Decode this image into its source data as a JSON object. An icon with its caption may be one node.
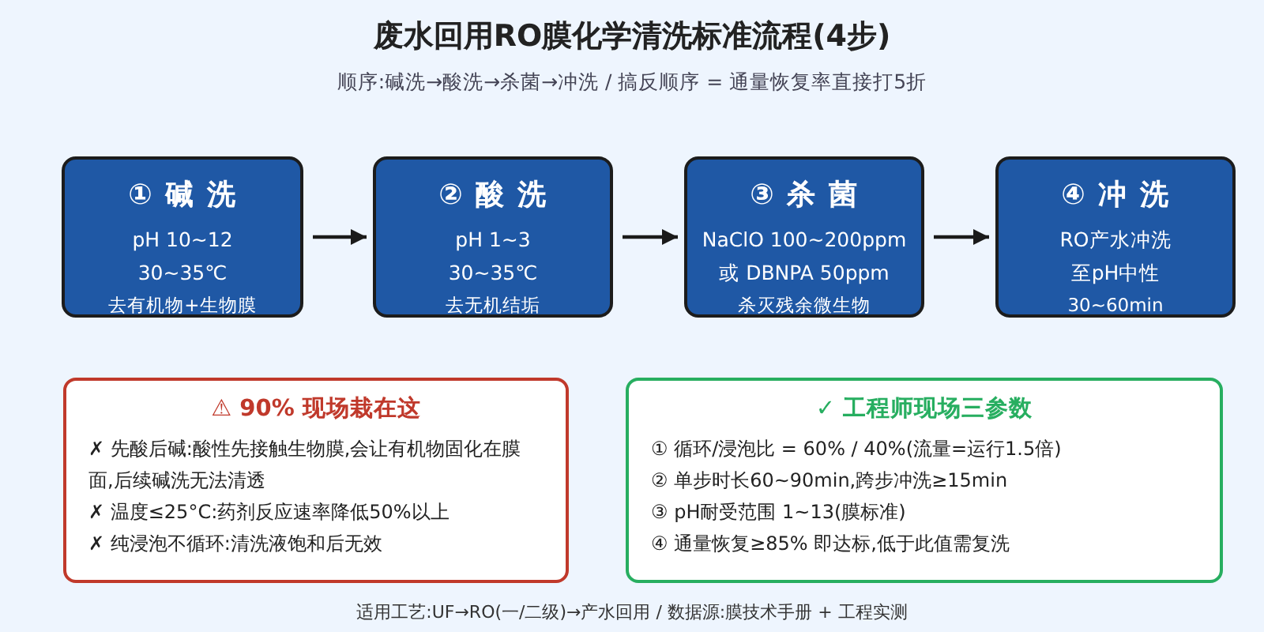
{
  "diagram": {
    "title": "废水回用RO膜化学清洗标准流程(4步)",
    "nodes": [
      {
        "text": [
          "① 碱 洗",
          "pH 10~12",
          "30~35℃",
          "去有机物+生物膜"
        ]
      },
      {
        "text": [
          "② 酸 洗",
          "pH 1~3",
          "30~35℃",
          "去无机结垢"
        ]
      },
      {
        "text": [
          "③ 杀 菌",
          "NaClO 100~200ppm",
          "或 DBNPA 50ppm",
          "杀灭残余微生物"
        ]
      },
      {
        "text": [
          "④ 冲 洗",
          "RO产水冲洗",
          "至pH中性",
          "30~60min"
        ]
      },
      {
        "text": [
          "⚠ 90% 现场栽在这",
          "✗ 先酸后碱:酸性先接触生物膜,会让有机物固化在膜面,后续碱洗无法清透",
          "✗ 温度≤25°C:药剂反应速率降低50%以上",
          "✗ 纯浸泡不循环:清洗液饱和后无效"
        ]
      },
      {
        "text": [
          "✓ 工程师现场三参数",
          "① 循环/浸泡比 = 60% / 40%(流量=运行1.5倍)",
          "② 单步时长60~90min,跨步冲洗≥15min",
          "③ pH耐受范围 1~13(膜标准)",
          "④ 通量恢复≥85% 即达标,低于此值需复洗"
        ]
      }
    ],
    "edges": [
      {
        "from": 0,
        "to": 1,
        "arrow": "to"
      },
      {
        "from": 1,
        "to": 2,
        "arrow": "to"
      },
      {
        "from": 2,
        "to": 3,
        "arrow": "to"
      }
    ],
    "labels": [
      "顺序:碱洗→酸洗→杀菌→冲洗 / 搞反顺序 = 通量恢复率直接打5折",
      "适用工艺:UF→RO(一/二级)→产水回用 / 数据源:膜技术手册 + 工程实测"
    ]
  }
}
